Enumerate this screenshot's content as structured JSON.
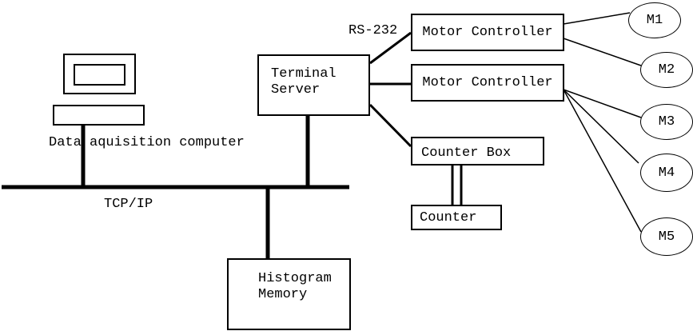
{
  "diagram": {
    "labels": {
      "computer": "Data aquisition computer",
      "bus": "TCP/IP",
      "serial_link": "RS-232"
    },
    "terminal_server": {
      "line1": "Terminal",
      "line2": "Server"
    },
    "motor_controller_1": {
      "label": "Motor Controller"
    },
    "motor_controller_2": {
      "label": "Motor Controller"
    },
    "counter_box": {
      "label": "Counter Box"
    },
    "counter": {
      "label": "Counter"
    },
    "histogram_memory": {
      "line1": "Histogram",
      "line2": "Memory"
    },
    "motors": [
      {
        "label": "M1"
      },
      {
        "label": "M2"
      },
      {
        "label": "M3"
      },
      {
        "label": "M4"
      },
      {
        "label": "M5"
      }
    ],
    "colors": {
      "line": "#000000",
      "background": "#ffffff"
    }
  }
}
